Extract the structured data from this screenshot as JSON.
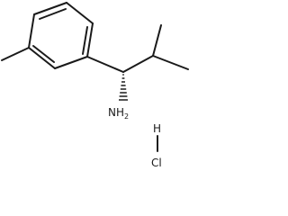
{
  "molecule": {
    "atoms": {
      "amine": {
        "symbol": "N",
        "hydrogens": "H",
        "count": "2"
      },
      "salt_hydrogen": {
        "symbol": "H"
      },
      "salt_chlorine": {
        "symbol": "Cl"
      }
    },
    "stereo_bond": "hashed-wedge",
    "colors": {
      "ink": "#1a1a1a",
      "background": "#ffffff"
    }
  }
}
